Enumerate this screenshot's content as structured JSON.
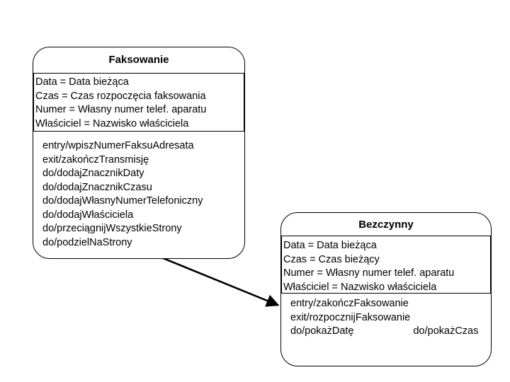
{
  "diagram": {
    "type": "uml-state-diagram",
    "language": "pl",
    "background": "#ffffff",
    "stroke": "#000000"
  },
  "states": [
    {
      "id": "faksowanie",
      "name": "Faksowanie",
      "attributes": [
        "Data = Data bieżąca",
        "Czas = Czas rozpoczęcia faksowania",
        "Numer = Własny numer telef. aparatu",
        "Właściciel = Nazwisko właściciela"
      ],
      "actions": [
        "entry/wpiszNumerFaksuAdresata",
        "exit/zakończTransmisję",
        "do/dodajZnacznikDaty",
        "do/dodajZnacznikCzasu",
        "do/dodajWłasnyNumerTelefoniczny",
        "do/dodajWłaściciela",
        "do/przeciągnijWszystkieStrony",
        "do/podzielNaStrony"
      ]
    },
    {
      "id": "bezczynny",
      "name": "Bezczynny",
      "attributes": [
        "Data = Data bieżąca",
        "Czas = Czas bieżący",
        "Numer = Własny numer telef. aparatu",
        "Właściciel = Nazwisko właściciela"
      ],
      "actions": [
        "entry/zakończFaksowanie",
        "exit/rozpocznijFaksowanie"
      ],
      "action_pair": {
        "first": "do/pokażDatę",
        "second": "do/pokażCzas"
      }
    }
  ],
  "transitions": [
    {
      "id": "faksowanie-to-bezczynny",
      "from": "faksowanie",
      "to": "bezczynny",
      "label": "",
      "arrowhead": "filled-triangle"
    }
  ]
}
